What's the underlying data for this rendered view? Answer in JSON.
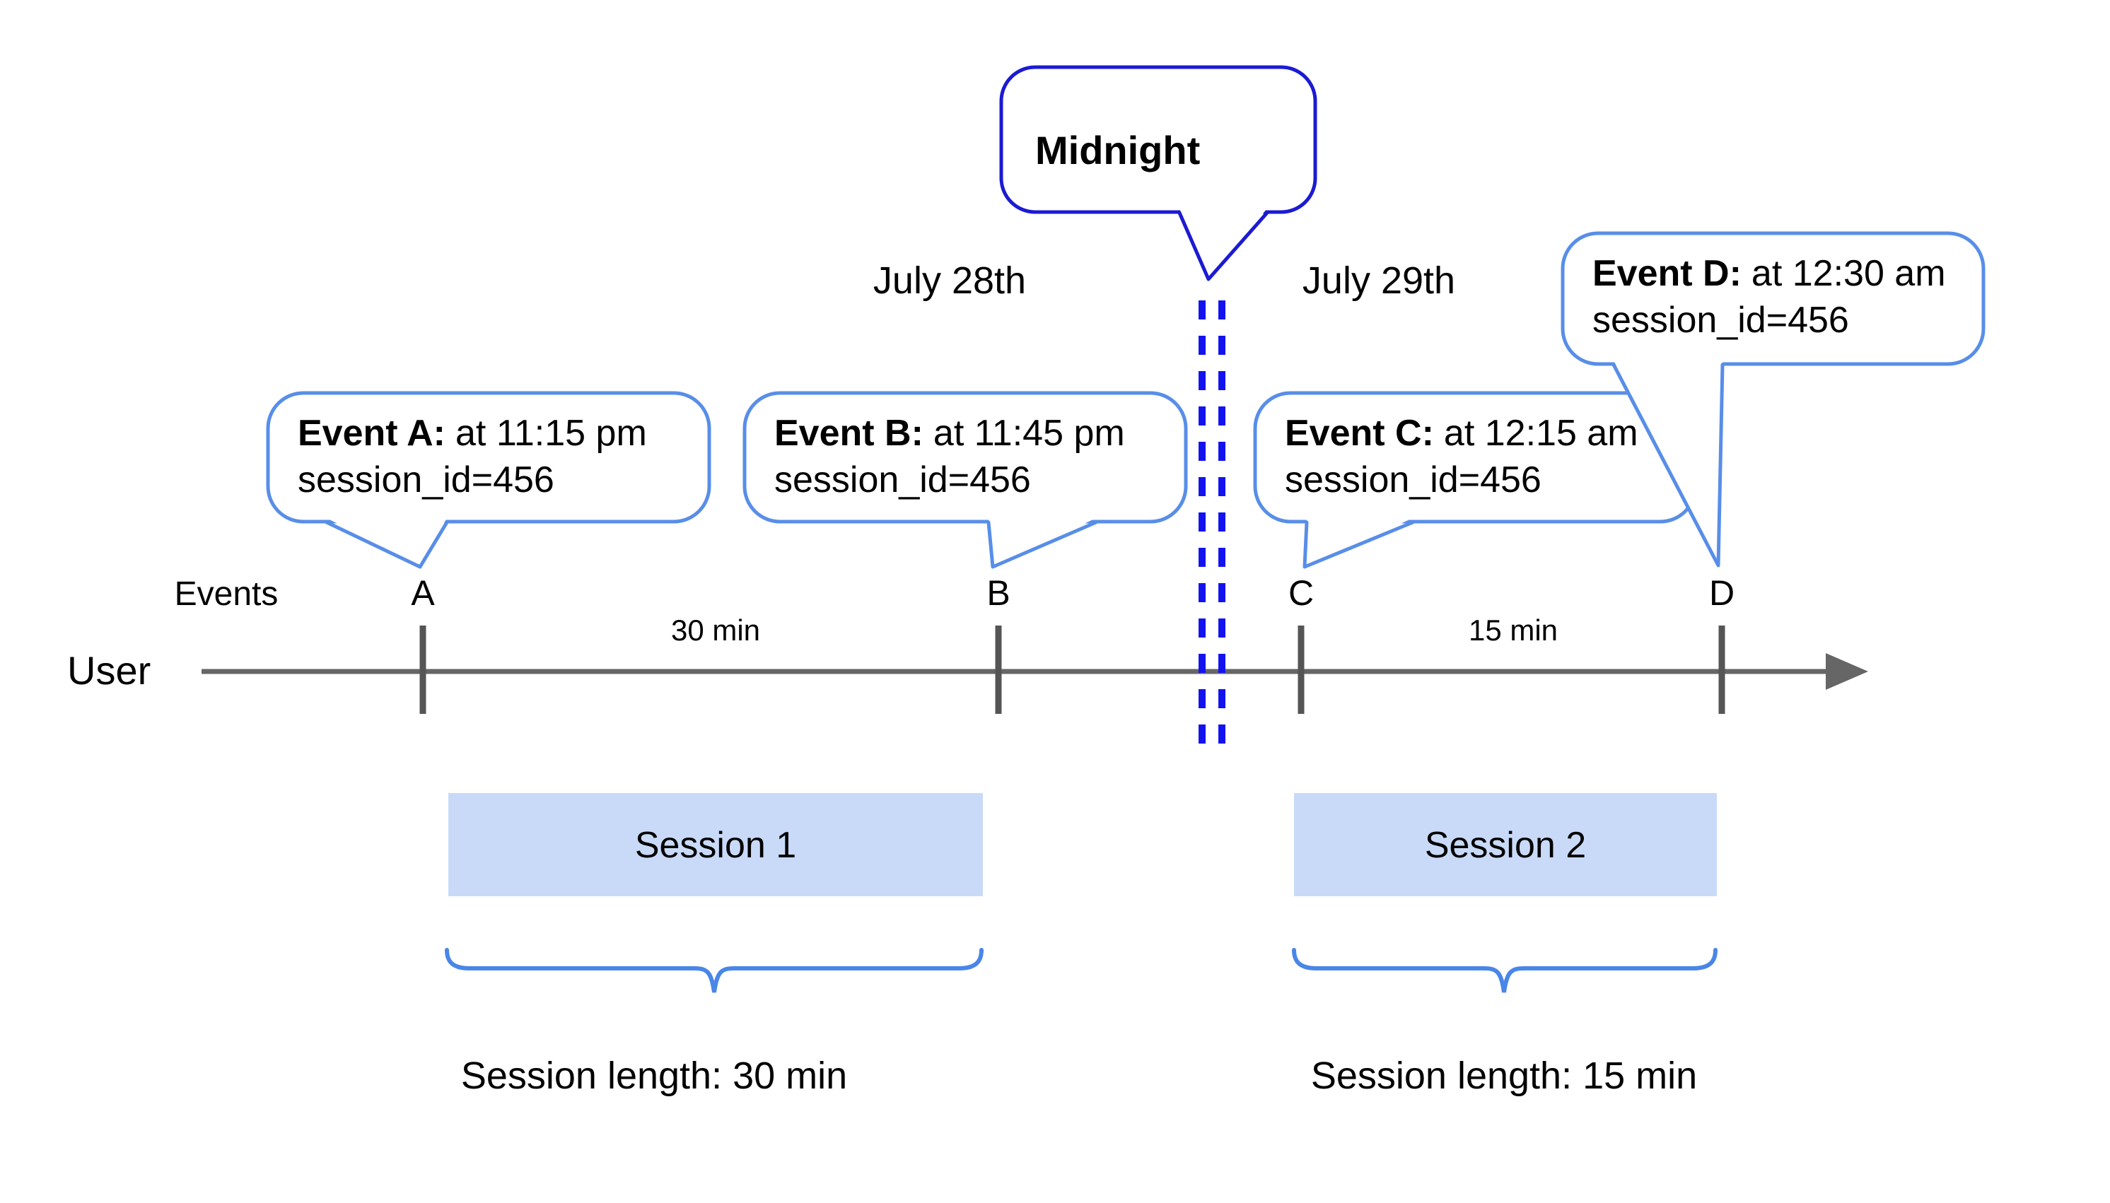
{
  "dates": {
    "day1": "July 28th",
    "day2": "July 29th"
  },
  "midnight": {
    "label": "Midnight"
  },
  "axis": {
    "row_label": "Events",
    "user_label": "User",
    "interval_ab": "30 min",
    "interval_cd": "15 min",
    "ticks": [
      "A",
      "B",
      "C",
      "D"
    ]
  },
  "events": [
    {
      "name": "Event A:",
      "time": "at 11:15 pm",
      "session": "session_id=456"
    },
    {
      "name": "Event B:",
      "time": "at 11:45 pm",
      "session": "session_id=456"
    },
    {
      "name": "Event C:",
      "time": "at 12:15 am",
      "session": "session_id=456"
    },
    {
      "name": "Event D:",
      "time": "at 12:30 am",
      "session": "session_id=456"
    }
  ],
  "sessions": [
    {
      "label": "Session 1",
      "length": "Session length: 30 min"
    },
    {
      "label": "Session 2",
      "length": "Session length: 15 min"
    }
  ],
  "colors": {
    "event_bubble_border": "#588ee8",
    "midnight_bubble_border": "#1b1bd2",
    "midnight_dash": "#1313f0",
    "session_fill": "#c9daf8",
    "brace": "#4a86e8",
    "axis_line": "#666666",
    "tick": "#555555",
    "text": "#000000"
  }
}
